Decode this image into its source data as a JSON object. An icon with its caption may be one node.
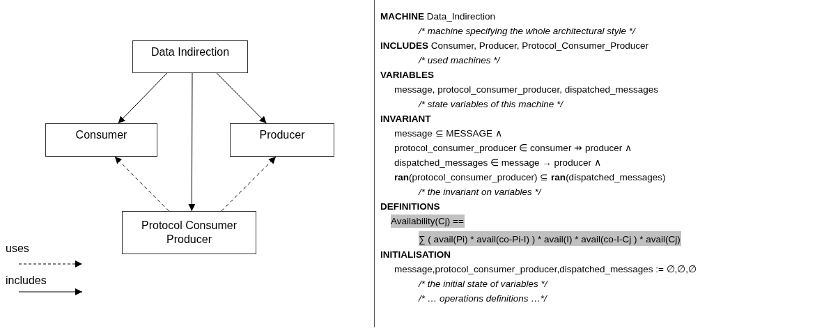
{
  "diagram": {
    "nodes": [
      {
        "text": [
          "Data Indirection"
        ]
      },
      {
        "text": [
          "Consumer"
        ]
      },
      {
        "text": [
          "Producer"
        ]
      },
      {
        "text": [
          "Protocol Consumer Producer"
        ]
      }
    ],
    "edges": [
      {
        "from": 0,
        "to": 1,
        "arrow": "to"
      },
      {
        "from": 0,
        "to": 3,
        "arrow": "to"
      },
      {
        "from": 0,
        "to": 2,
        "arrow": "to"
      },
      {
        "from": 3,
        "to": 1,
        "arrow": "to",
        "style": "dashed"
      },
      {
        "from": 3,
        "to": 2,
        "arrow": "to",
        "style": "dashed"
      }
    ],
    "labels": [
      "**MACHINE** Data_Indirection",
      "/* machine specifying the whole architectural style */",
      "**INCLUDES** Consumer, Producer, Protocol_Consumer_Producer",
      "/* used machines */",
      "VARIABLES",
      "message, protocol_consumer_producer, dispatched_messages",
      "/* state variables of this machine */",
      "INVARIANT",
      "message ⊆ MESSAGE ∧",
      "protocol_consumer_producer ∈ consumer ⇸ producer ∧",
      "dispatched_messages ∈ message → producer ∧",
      "**ran**(protocol_consumer_producer) ⊆ **ran**(dispatched_messages)",
      "/* the invariant on variables */",
      "DEFINITIONS",
      "Availability(Cj) ==",
      "∑ ( avail(Pi) * avail(co-Pi-I) ) * avail(I) * avail(co-I-Cj ) * avail(Cj)",
      "INITIALISATION",
      "message,protocol_consumer_producer,dispatched_messages := ∅,∅,∅",
      "/* the initial state of variables */",
      "/* … operations definitions …*/"
    ],
    "legend": [
      {
        "text": "uses"
      },
      {
        "text": "includes"
      }
    ]
  }
}
